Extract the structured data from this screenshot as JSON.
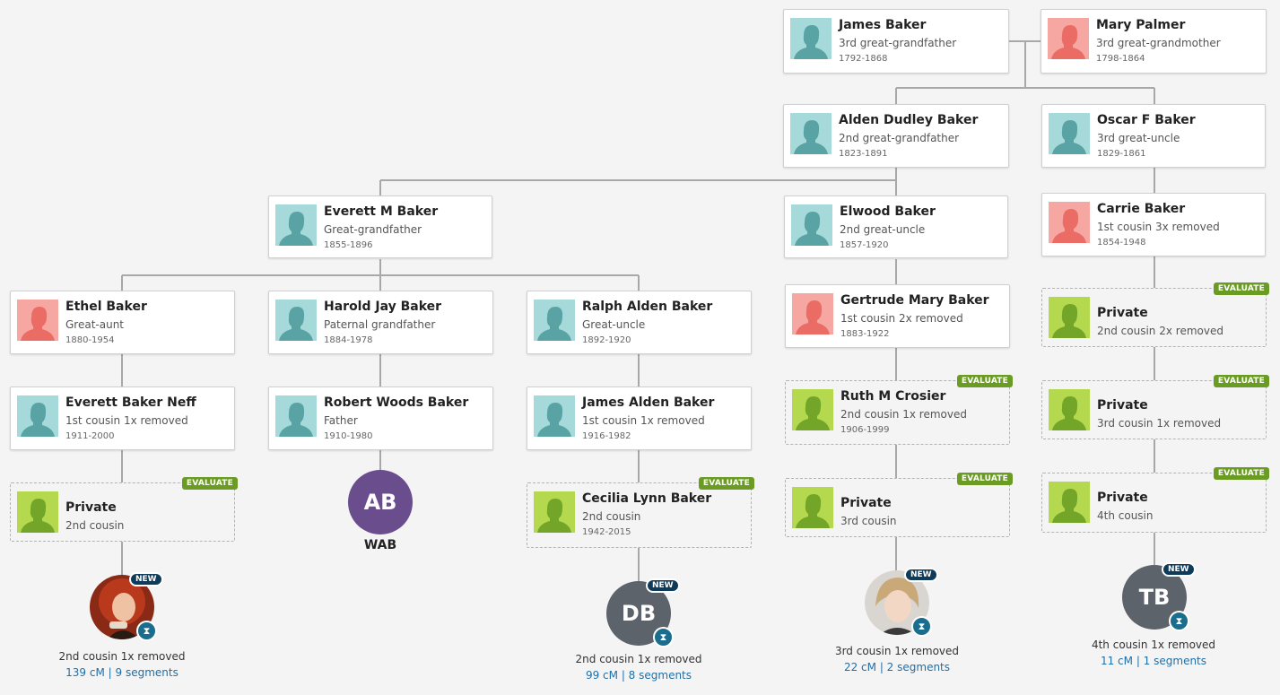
{
  "colors": {
    "male_bg": "#a6dada",
    "male_fg": "#5aa3a5",
    "female_bg": "#f7a7a2",
    "female_fg": "#ea6c65",
    "private_bg": "#b4d84e",
    "private_fg": "#73a528",
    "evaluate": "#6a9c24",
    "new_badge": "#0f3b5a",
    "dna_link": "#1f6fa8",
    "line": "#a8a8a8",
    "wab_circle": "#6a4d8c",
    "gray_circle": "#5d636a"
  },
  "evaluate_label": "EVALUATE",
  "new_label": "NEW",
  "cards": {
    "james_baker": {
      "name": "James Baker",
      "rel": "3rd great-grandfather",
      "dates": "1792-1868"
    },
    "mary_palmer": {
      "name": "Mary Palmer",
      "rel": "3rd great-grandmother",
      "dates": "1798-1864"
    },
    "alden_dudley": {
      "name": "Alden Dudley Baker",
      "rel": "2nd great-grandfather",
      "dates": "1823-1891"
    },
    "oscar_f": {
      "name": "Oscar F Baker",
      "rel": "3rd great-uncle",
      "dates": "1829-1861"
    },
    "everett_m": {
      "name": "Everett M Baker",
      "rel": "Great-grandfather",
      "dates": "1855-1896"
    },
    "elwood": {
      "name": "Elwood Baker",
      "rel": "2nd great-uncle",
      "dates": "1857-1920"
    },
    "carrie": {
      "name": "Carrie Baker",
      "rel": "1st cousin 3x removed",
      "dates": "1854-1948"
    },
    "ethel": {
      "name": "Ethel Baker",
      "rel": "Great-aunt",
      "dates": "1880-1954"
    },
    "harold": {
      "name": "Harold Jay Baker",
      "rel": "Paternal grandfather",
      "dates": "1884-1978"
    },
    "ralph": {
      "name": "Ralph Alden Baker",
      "rel": "Great-uncle",
      "dates": "1892-1920"
    },
    "gertrude": {
      "name": "Gertrude Mary Baker",
      "rel": "1st cousin 2x removed",
      "dates": "1883-1922"
    },
    "private_a": {
      "name": "Private",
      "rel": "2nd cousin 2x removed"
    },
    "everett_neff": {
      "name": "Everett Baker Neff",
      "rel": "1st cousin 1x removed",
      "dates": "1911-2000"
    },
    "robert": {
      "name": "Robert Woods Baker",
      "rel": "Father",
      "dates": "1910-1980"
    },
    "james_alden": {
      "name": "James Alden Baker",
      "rel": "1st cousin 1x removed",
      "dates": "1916-1982"
    },
    "ruth": {
      "name": "Ruth M Crosier",
      "rel": "2nd cousin 1x removed",
      "dates": "1906-1999"
    },
    "private_b": {
      "name": "Private",
      "rel": "3rd cousin 1x removed"
    },
    "private_c": {
      "name": "Private",
      "rel": "2nd cousin"
    },
    "cecilia": {
      "name": "Cecilia Lynn Baker",
      "rel": "2nd cousin",
      "dates": "1942-2015"
    },
    "private_d": {
      "name": "Private",
      "rel": "3rd cousin"
    },
    "private_e": {
      "name": "Private",
      "rel": "4th cousin"
    }
  },
  "home_person": {
    "initials": "AB",
    "label": "WAB"
  },
  "matches": {
    "m1": {
      "rel": "2nd cousin 1x removed",
      "dna": "139 cM | 9 segments"
    },
    "m2": {
      "initials": "DB",
      "rel": "2nd cousin 1x removed",
      "dna": "99 cM | 8 segments"
    },
    "m3": {
      "rel": "3rd cousin 1x removed",
      "dna": "22 cM | 2 segments"
    },
    "m4": {
      "initials": "TB",
      "rel": "4th cousin 1x removed",
      "dna": "11 cM | 1 segments"
    }
  }
}
